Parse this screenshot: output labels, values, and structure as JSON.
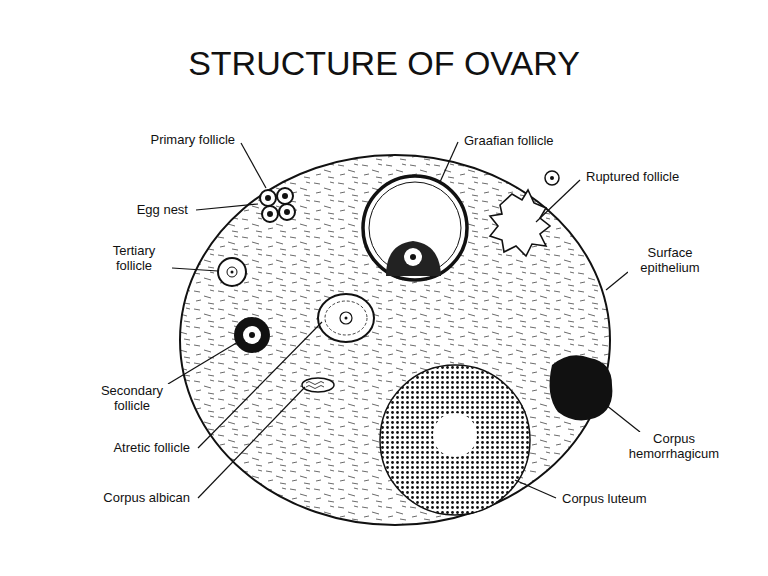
{
  "diagram": {
    "title": "STRUCTURE OF OVARY",
    "labels": [
      "Primary follicle",
      "Egg nest",
      "Tertiary follicle",
      "Secondary follicle",
      "Atretic follicle",
      "Corpus albican",
      "Graafian follicle",
      "Ruptured follicle",
      "Surface epithelium",
      "Corpus hemorrhagicum",
      "Corpus luteum"
    ]
  }
}
